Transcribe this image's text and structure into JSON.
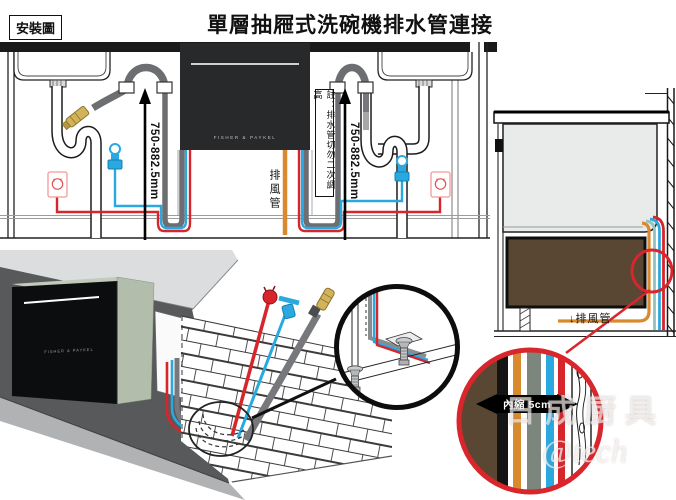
{
  "header": {
    "corner_label": "安裝圖",
    "title": "單層抽屜式洗碗機排水管連接"
  },
  "main_diagram": {
    "dim_left": "750-882.5mm",
    "dim_right": "750-882.5mm",
    "note": "註：排水管切勿二次調高",
    "vent_label": "排風管",
    "brand": "FISHER & PAYKEL"
  },
  "side_view": {
    "vent_label": "↓排風管"
  },
  "iso_view": {
    "brand": "FISHER & PAYKEL"
  },
  "detail_circle": {
    "inset_label": "內縮 5cm"
  },
  "watermark": {
    "line1": "日成厨具",
    "line2": "@tech"
  },
  "colors": {
    "power_red": "#d6252b",
    "water_blue": "#2aa9e0",
    "drain_hose_gray": "#6d6e71",
    "vent_orange": "#d98a2e",
    "cabinet_brown": "#5a4733",
    "highlight_red": "#d8262c",
    "hose_stripe_green": "#7d867c",
    "brass": "#d2b35a",
    "counter_black": "#1a1a1a"
  }
}
